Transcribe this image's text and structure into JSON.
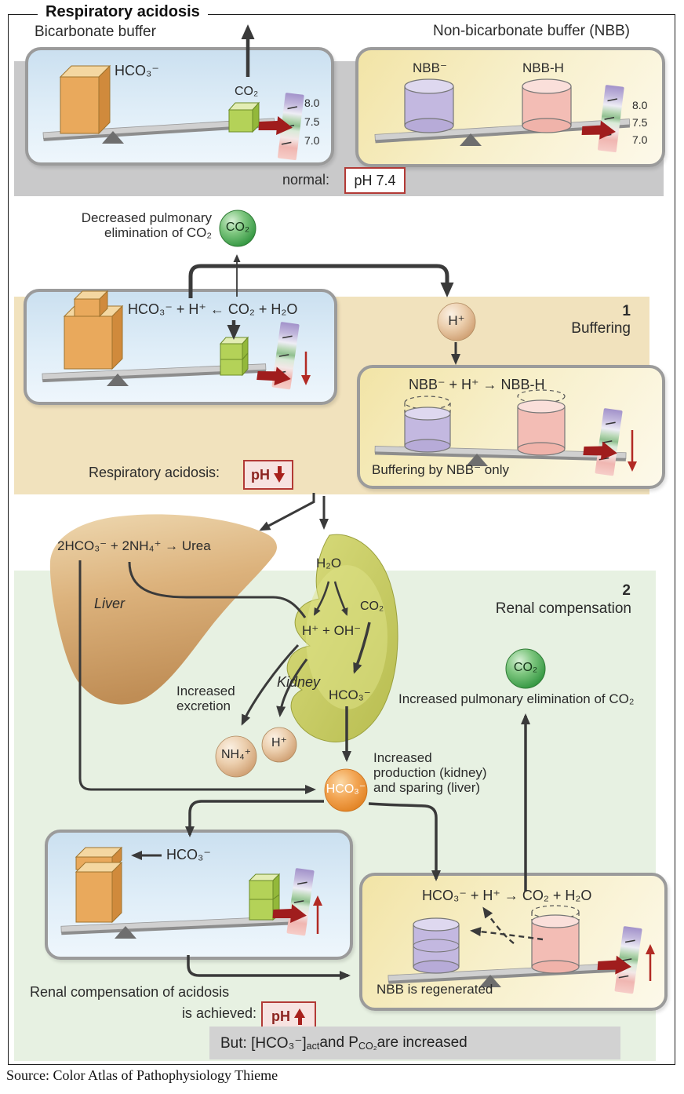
{
  "title": "Respiratory acidosis",
  "source": "Source: Color Atlas of Pathophysiology Thieme",
  "colors": {
    "accent_red": "#a01d1d",
    "band_gray": "#c9c9ca",
    "band_beige": "#f1e2bd",
    "band_green": "#e7f1e2",
    "box_border": "#9b9b9b",
    "blue_box": "#d8e9f6",
    "yellow_box": "#f5ecc0",
    "orange_block": "#e9a95c",
    "green_block": "#b4d258",
    "purple_cylinder": "#c3b8e0",
    "pink_cylinder": "#f3bdb5",
    "co2_sphere": "#55b05c",
    "liver": "#d8ae77",
    "kidney": "#c3c75e"
  },
  "top": {
    "bicarbonate_label": "Bicarbonate buffer",
    "nbb_label": "Non-bicarbonate buffer (NBB)",
    "hco3": "HCO₃⁻",
    "co2": "CO₂",
    "nbb_minus": "NBB⁻",
    "nbb_h": "NBB-H",
    "normal_label": "normal:",
    "normal_ph": "pH 7.4",
    "ph_ticks": [
      "8.0",
      "7.5",
      "7.0"
    ]
  },
  "trigger": {
    "line1": "Decreased pulmonary",
    "line2": "elimination of CO₂",
    "co2": "CO₂"
  },
  "buffering": {
    "step_number": "1",
    "step_label": "Buffering",
    "equation_bicarb": "HCO₃⁻ + H⁺ ← CO₂ + H₂O",
    "h_plus": "H⁺",
    "equation_nbb": "NBB⁻ + H⁺  →  NBB-H",
    "acidosis_label": "Respiratory acidosis:",
    "ph_down": "pH",
    "nbb_only": "Buffering by NBB⁻ only"
  },
  "renal": {
    "step_number": "2",
    "step_label": "Renal compensation",
    "liver_equation": "2HCO₃⁻ + 2NH₄⁺ → Urea",
    "liver_label": "Liver",
    "kidney_label": "Kidney",
    "h2o": "H₂O",
    "h_oh": "H⁺ + OH⁻",
    "co2": "CO₂",
    "hco3": "HCO₃⁻",
    "excretion_line1": "Increased",
    "excretion_line2": "excretion",
    "nh4": "NH₄⁺",
    "h_plus": "H⁺",
    "hco3_sphere": "HCO₃⁻",
    "production_line1": "Increased",
    "production_line2": "production (kidney)",
    "production_line3": "and sparing (liver)",
    "pulmonary_elimination": "Increased pulmonary elimination of CO₂",
    "co2_sphere": "CO₂"
  },
  "compensated": {
    "hco3_in": "HCO₃⁻",
    "renal_line1": "Renal compensation of acidosis",
    "renal_line2": "is achieved:",
    "ph_up": "pH",
    "equation": "HCO₃⁻ + H⁺ → CO₂ + H₂O",
    "nbb_regenerated": "NBB is regenerated",
    "but_prefix": "But: [HCO₃⁻]",
    "but_sub1": "act",
    "but_mid": " and P",
    "but_sub2": "CO₂",
    "but_suffix": " are increased"
  }
}
